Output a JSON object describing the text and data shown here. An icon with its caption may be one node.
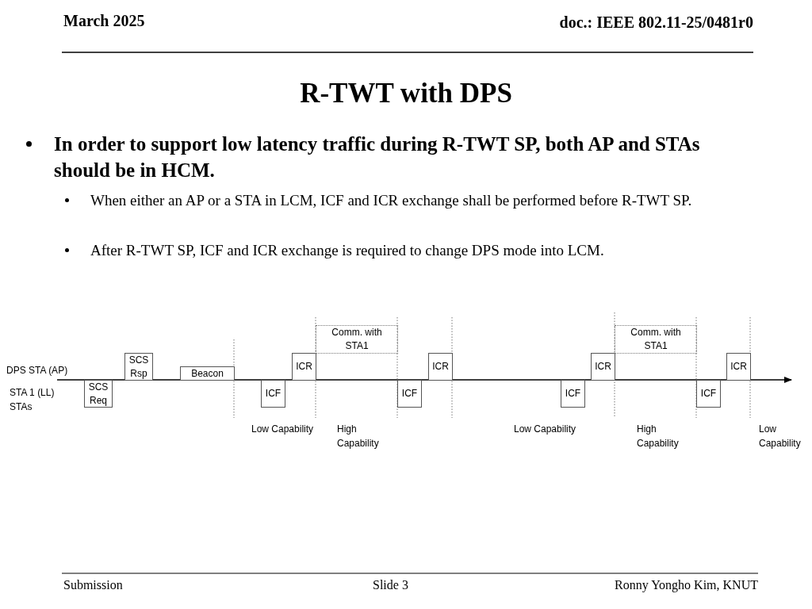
{
  "diagram": {
    "title": "R-TWT with DPS",
    "nodes": [
      {
        "text": [
          "SCS Req"
        ]
      },
      {
        "text": [
          "SCS Rsp"
        ]
      },
      {
        "text": [
          "Beacon"
        ]
      },
      {
        "text": [
          "ICF"
        ]
      },
      {
        "text": [
          "ICR"
        ]
      },
      {
        "text": [
          "Comm. with STA1"
        ]
      },
      {
        "text": [
          "ICF"
        ]
      },
      {
        "text": [
          "ICR"
        ]
      },
      {
        "text": [
          "ICF"
        ]
      },
      {
        "text": [
          "ICR"
        ]
      },
      {
        "text": [
          "Comm. with STA1"
        ]
      },
      {
        "text": [
          "ICF"
        ]
      },
      {
        "text": [
          "ICR"
        ]
      }
    ],
    "edges": [],
    "labels": [
      "March 2025",
      "doc.: IEEE 802.11-25/0481r0",
      "In order to support low latency traffic during R-TWT SP, both AP and STAs should be in HCM.",
      "When either an AP or a STA in LCM, ICF and ICR exchange shall be performed before R-TWT SP.",
      "After R-TWT SP, ICF and ICR exchange is required to change DPS mode into LCM.",
      "DPS STA (AP)",
      "STA 1 (LL) STAs",
      "Low Capability",
      "High Capability",
      "Low Capability",
      "High Capability",
      "Low Capability",
      "Submission",
      "Slide 3",
      "Ronny Yongho Kim, KNUT"
    ]
  }
}
